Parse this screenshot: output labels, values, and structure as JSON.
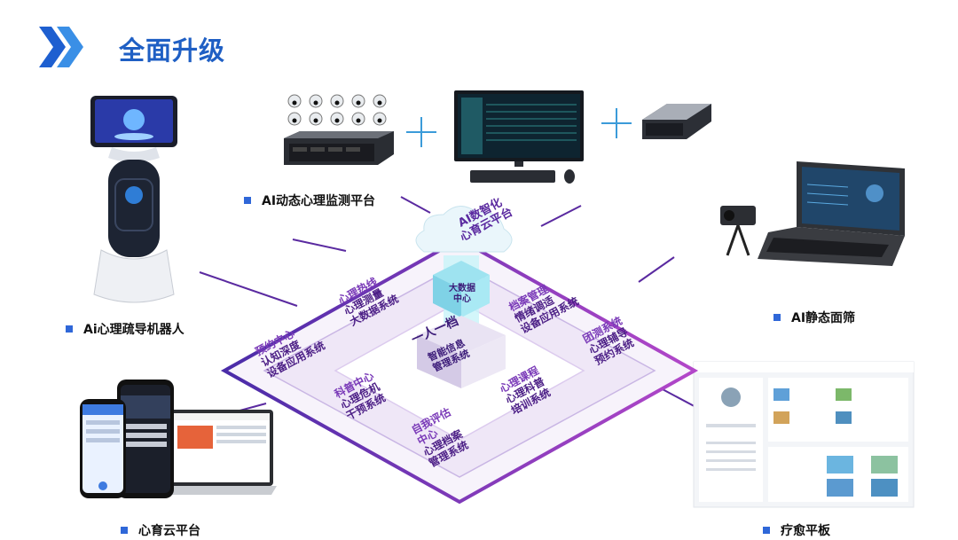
{
  "header": {
    "title": "全面升级",
    "chevron_icon": "double-chevron-right-icon",
    "accent_color": "#1f5fc4"
  },
  "captions": {
    "robot": "Ai心理疏导机器人",
    "monitor": "AI动态心理监测平台",
    "screening": "AI静态面筛",
    "cloud": "心育云平台",
    "tablet": "疗愈平板"
  },
  "platform": {
    "cloud_title": [
      "AI数智化",
      "心育云平台"
    ],
    "center_top": [
      "大数据",
      "中心"
    ],
    "center_mid": "一人一档",
    "center_box": [
      "智能信息",
      "管理系统"
    ],
    "modules": [
      {
        "name": "心理热线",
        "sub": [
          "心理测量",
          "大数据系统"
        ]
      },
      {
        "name": "档案管理",
        "sub": [
          "情绪调适",
          "设备应用系统"
        ]
      },
      {
        "name": "团测系统",
        "sub": [
          "心理辅导",
          "预约系统"
        ]
      },
      {
        "name": "预约中心",
        "sub": [
          "认知深度",
          "设备应用系统"
        ]
      },
      {
        "name": "科普中心",
        "sub": [
          "心理危机",
          "干预系统"
        ]
      },
      {
        "name": "心理课程",
        "sub": [
          "心理科普",
          "培训系统"
        ]
      },
      {
        "name": "自我评估",
        "sub": [
          "中心",
          "心理档案",
          "管理系统"
        ]
      }
    ]
  },
  "colors": {
    "platform_purple": "#6a2aa8",
    "caption_square": "#2f67d8",
    "plus_color": "#3b9bd9"
  }
}
